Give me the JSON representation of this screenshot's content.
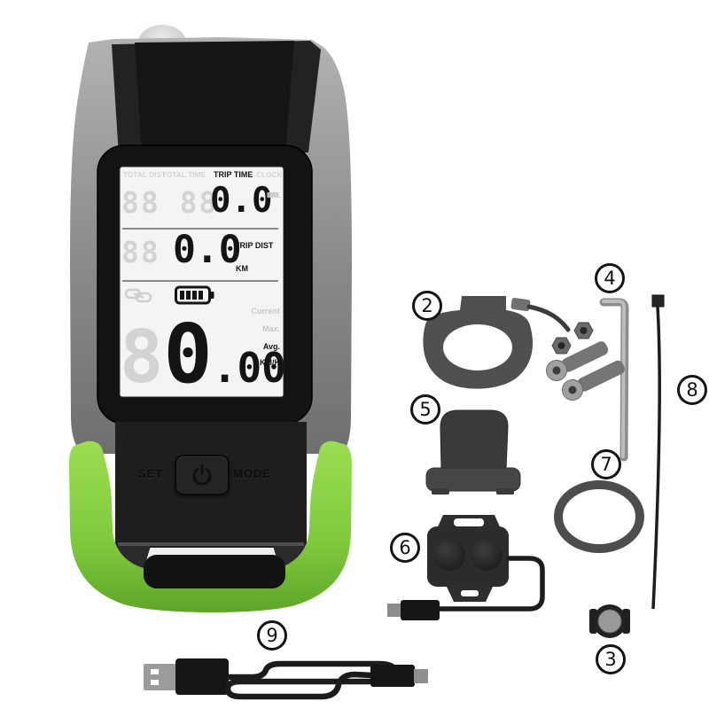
{
  "device": {
    "lcd": {
      "top_row": {
        "ghost_left": "TOTAL DIST",
        "ghost_mid": "TOTAL TIME",
        "label": "TRIP TIME",
        "ghost_right": "CLOCK",
        "ghost_digits": "88 88",
        "value": "0.0",
        "ghost_units": [
          "CAL",
          "KM",
          "M"
        ]
      },
      "mid_row": {
        "ghost_digits": "88",
        "value": "0.0",
        "label": "TRIP DIST",
        "unit": "KM"
      },
      "bottom_row": {
        "icons": [
          "charging-plug-icon",
          "battery-icon"
        ],
        "ghost_digit": "8",
        "value_int": "0",
        "value_frac": ".00",
        "ghost_stats": [
          "Current",
          "Max."
        ],
        "stat_label": "Avg.",
        "unit": "KM/H"
      }
    },
    "buttons": {
      "set": "SET",
      "mode": "MODE",
      "power_icon": "power-icon"
    }
  },
  "callouts": {
    "handlebar_mount": "2",
    "wheel_magnet": "3",
    "mounting_hardware": "4",
    "speed_sensor": "5",
    "horn_speaker": "6",
    "o_ring": "7",
    "cable_tie": "8",
    "usb_cable": "9"
  },
  "colors": {
    "accent_green": "#7fc93c",
    "body_dark": "#1d1d1d",
    "lcd_bg": "#f4f4f3"
  }
}
